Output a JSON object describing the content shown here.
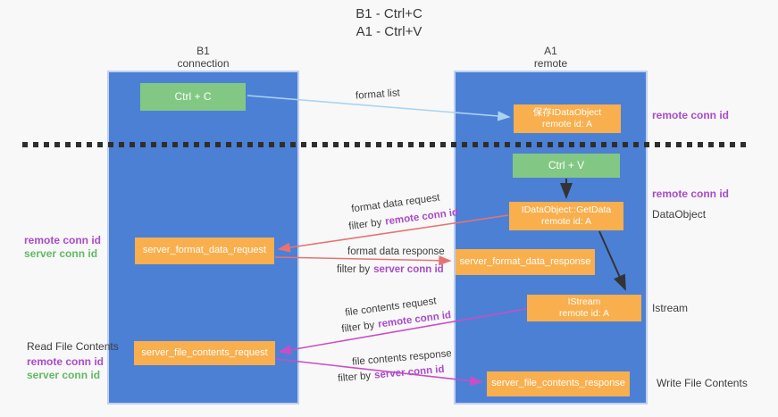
{
  "title": {
    "line1": "B1 - Ctrl+C",
    "line2": "A1 - Ctrl+V"
  },
  "lanes": {
    "left": {
      "name": "B1",
      "subtitle": "connection"
    },
    "right": {
      "name": "A1",
      "subtitle": "remote"
    }
  },
  "nodes": {
    "ctrl_c": {
      "label": "Ctrl + C"
    },
    "ctrl_v": {
      "label": "Ctrl + V"
    },
    "save_idataobject": {
      "line1": "保存IDataObject",
      "line2": "remote id: A"
    },
    "idataobject_getdata": {
      "line1": "IDataObject::GetData",
      "line2": "remote id: A"
    },
    "istream": {
      "line1": "IStream",
      "line2": "remote id: A"
    },
    "server_format_data_request": {
      "label": "server_format_data_request"
    },
    "server_format_data_response": {
      "label": "server_format_data_response"
    },
    "server_file_contents_request": {
      "label": "server_file_contents_request"
    },
    "server_file_contents_response": {
      "label": "server_file_contents_response"
    }
  },
  "edge_labels": {
    "format_list": "format list",
    "format_data_request": "format data request",
    "format_data_request_filter": {
      "prefix": "filter by",
      "key": "remote conn id"
    },
    "format_data_response": "format data response",
    "format_data_response_filter": {
      "prefix": "filter by",
      "key": "server conn id"
    },
    "file_contents_request": "file contents request",
    "file_contents_request_filter": {
      "prefix": "filter by",
      "key": "remote conn id"
    },
    "file_contents_response": "file contents response",
    "file_contents_response_filter": {
      "prefix": "filter by",
      "key": "server conn id"
    }
  },
  "side_labels": {
    "remote_conn_id_top_right": "remote conn id",
    "remote_conn_id_mid_right": "remote conn id",
    "dataobject": "DataObject",
    "istream": "Istream",
    "write_file_contents": "Write File Contents",
    "read_file_contents": "Read File Contents",
    "format_left": {
      "remote": "remote conn id",
      "server": "server conn id"
    },
    "file_left": {
      "remote": "remote conn id",
      "server": "server conn id"
    }
  },
  "colors": {
    "lane_blue": "#4c80d4",
    "node_green": "#82c884",
    "node_orange": "#f9af4d",
    "arrow_red": "#e87272",
    "arrow_magenta": "#cb4dc6",
    "arrow_light_blue": "#a9d3f2",
    "arrow_black": "#333333",
    "text_purple": "#a94bc9",
    "text_green": "#62b965",
    "background": "#f8f8f8"
  }
}
